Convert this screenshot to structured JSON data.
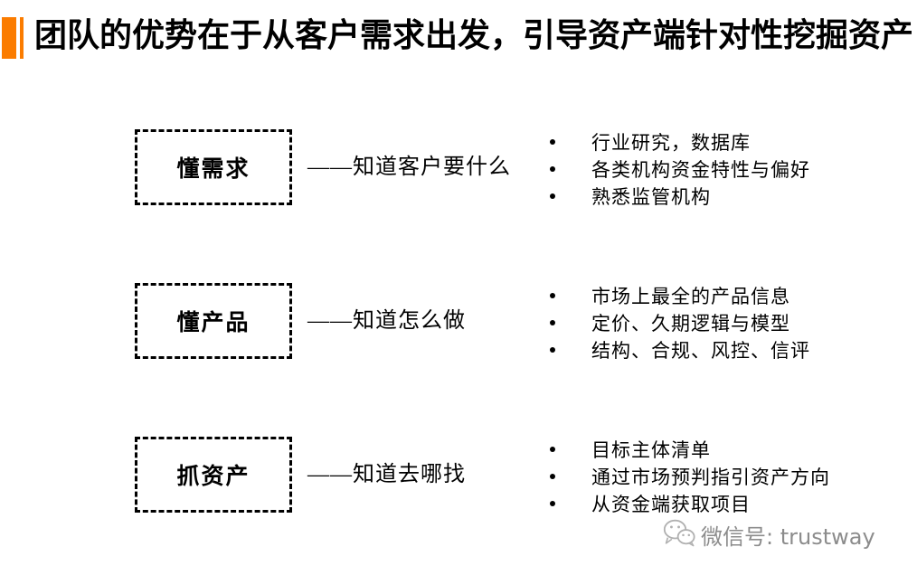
{
  "title": {
    "text": "团队的优势在于从客户需求出发，引导资产端针对性挖掘资产"
  },
  "rows": [
    {
      "box_label": "懂需求",
      "connector": "——知道客户要什么",
      "bullets": [
        "行业研究，数据库",
        "各类机构资金特性与偏好",
        "熟悉监管机构"
      ]
    },
    {
      "box_label": "懂产品",
      "connector": "——知道怎么做",
      "bullets": [
        "市场上最全的产品信息",
        "定价、久期逻辑与模型",
        "结构、合规、风控、信评"
      ]
    },
    {
      "box_label": "抓资产",
      "connector": "——知道去哪找",
      "bullets": [
        "目标主体清单",
        "通过市场预判指引资产方向",
        "从资金端获取项目"
      ]
    }
  ],
  "footer": {
    "wechat_label": "微信号: trustway",
    "wechat_icon": "wechat-icon"
  },
  "colors": {
    "accent_orange": "#fb7c00",
    "text_black": "#000000",
    "watermark_gray": "#8c8c8c"
  }
}
